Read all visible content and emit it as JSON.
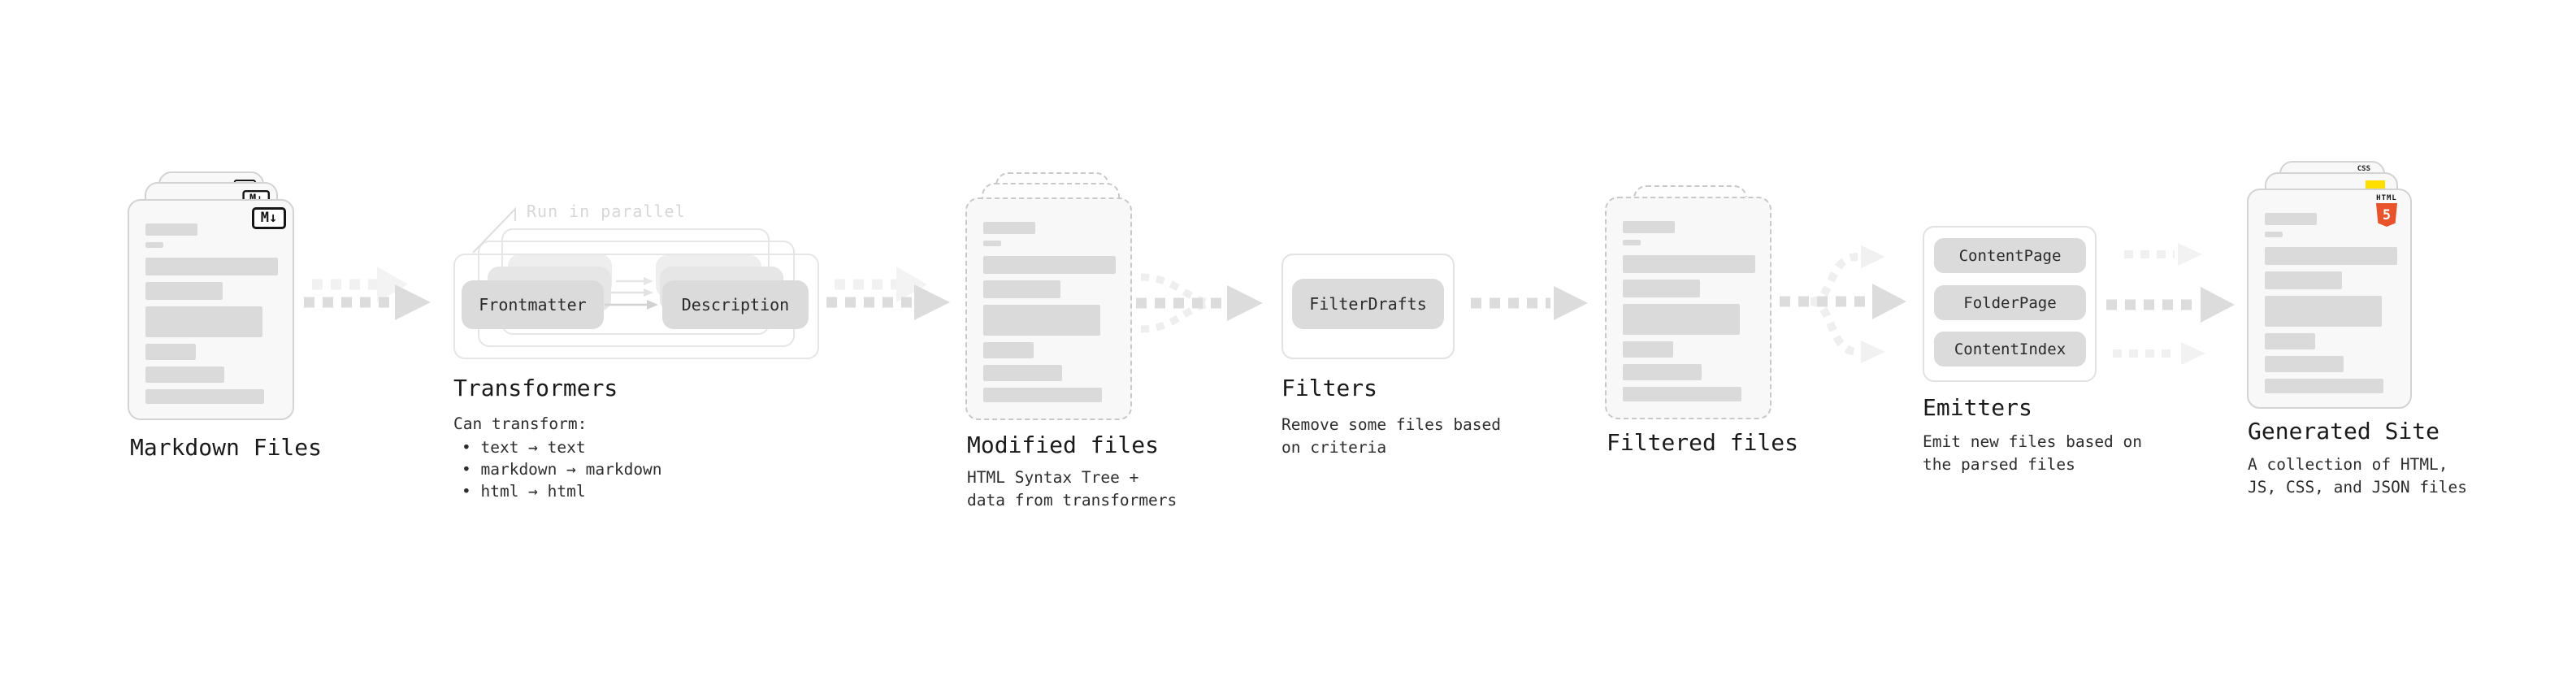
{
  "pipeline": {
    "markdown_files": {
      "title": "Markdown Files",
      "badge": "M↓"
    },
    "transformers": {
      "annotation": "Run in parallel",
      "input_pill": "Frontmatter",
      "output_pill": "Description",
      "title": "Transformers",
      "heading": "Can transform:",
      "bullets": [
        "• text → text",
        "• markdown → markdown",
        "• html → html"
      ]
    },
    "modified_files": {
      "title": "Modified files",
      "subtitle": "HTML Syntax Tree +\ndata from transformers"
    },
    "filters": {
      "pill": "FilterDrafts",
      "title": "Filters",
      "subtitle": "Remove some files based\non criteria"
    },
    "filtered_files": {
      "title": "Filtered files"
    },
    "emitters": {
      "pills": [
        "ContentPage",
        "FolderPage",
        "ContentIndex"
      ],
      "title": "Emitters",
      "subtitle": "Emit new files based on\nthe parsed files"
    },
    "generated_site": {
      "title": "Generated Site",
      "subtitle": "A collection of HTML,\nJS, CSS, and JSON files",
      "html5_label": "HTML",
      "html5_number": "5",
      "css_label": "CSS",
      "badge_colors": {
        "html5": "#e8532c",
        "js": "#ffdf00",
        "css": "#2e6de8"
      }
    },
    "arrow_colors": {
      "dark": "#dcdcdc",
      "light": "#f0f0f0"
    }
  }
}
